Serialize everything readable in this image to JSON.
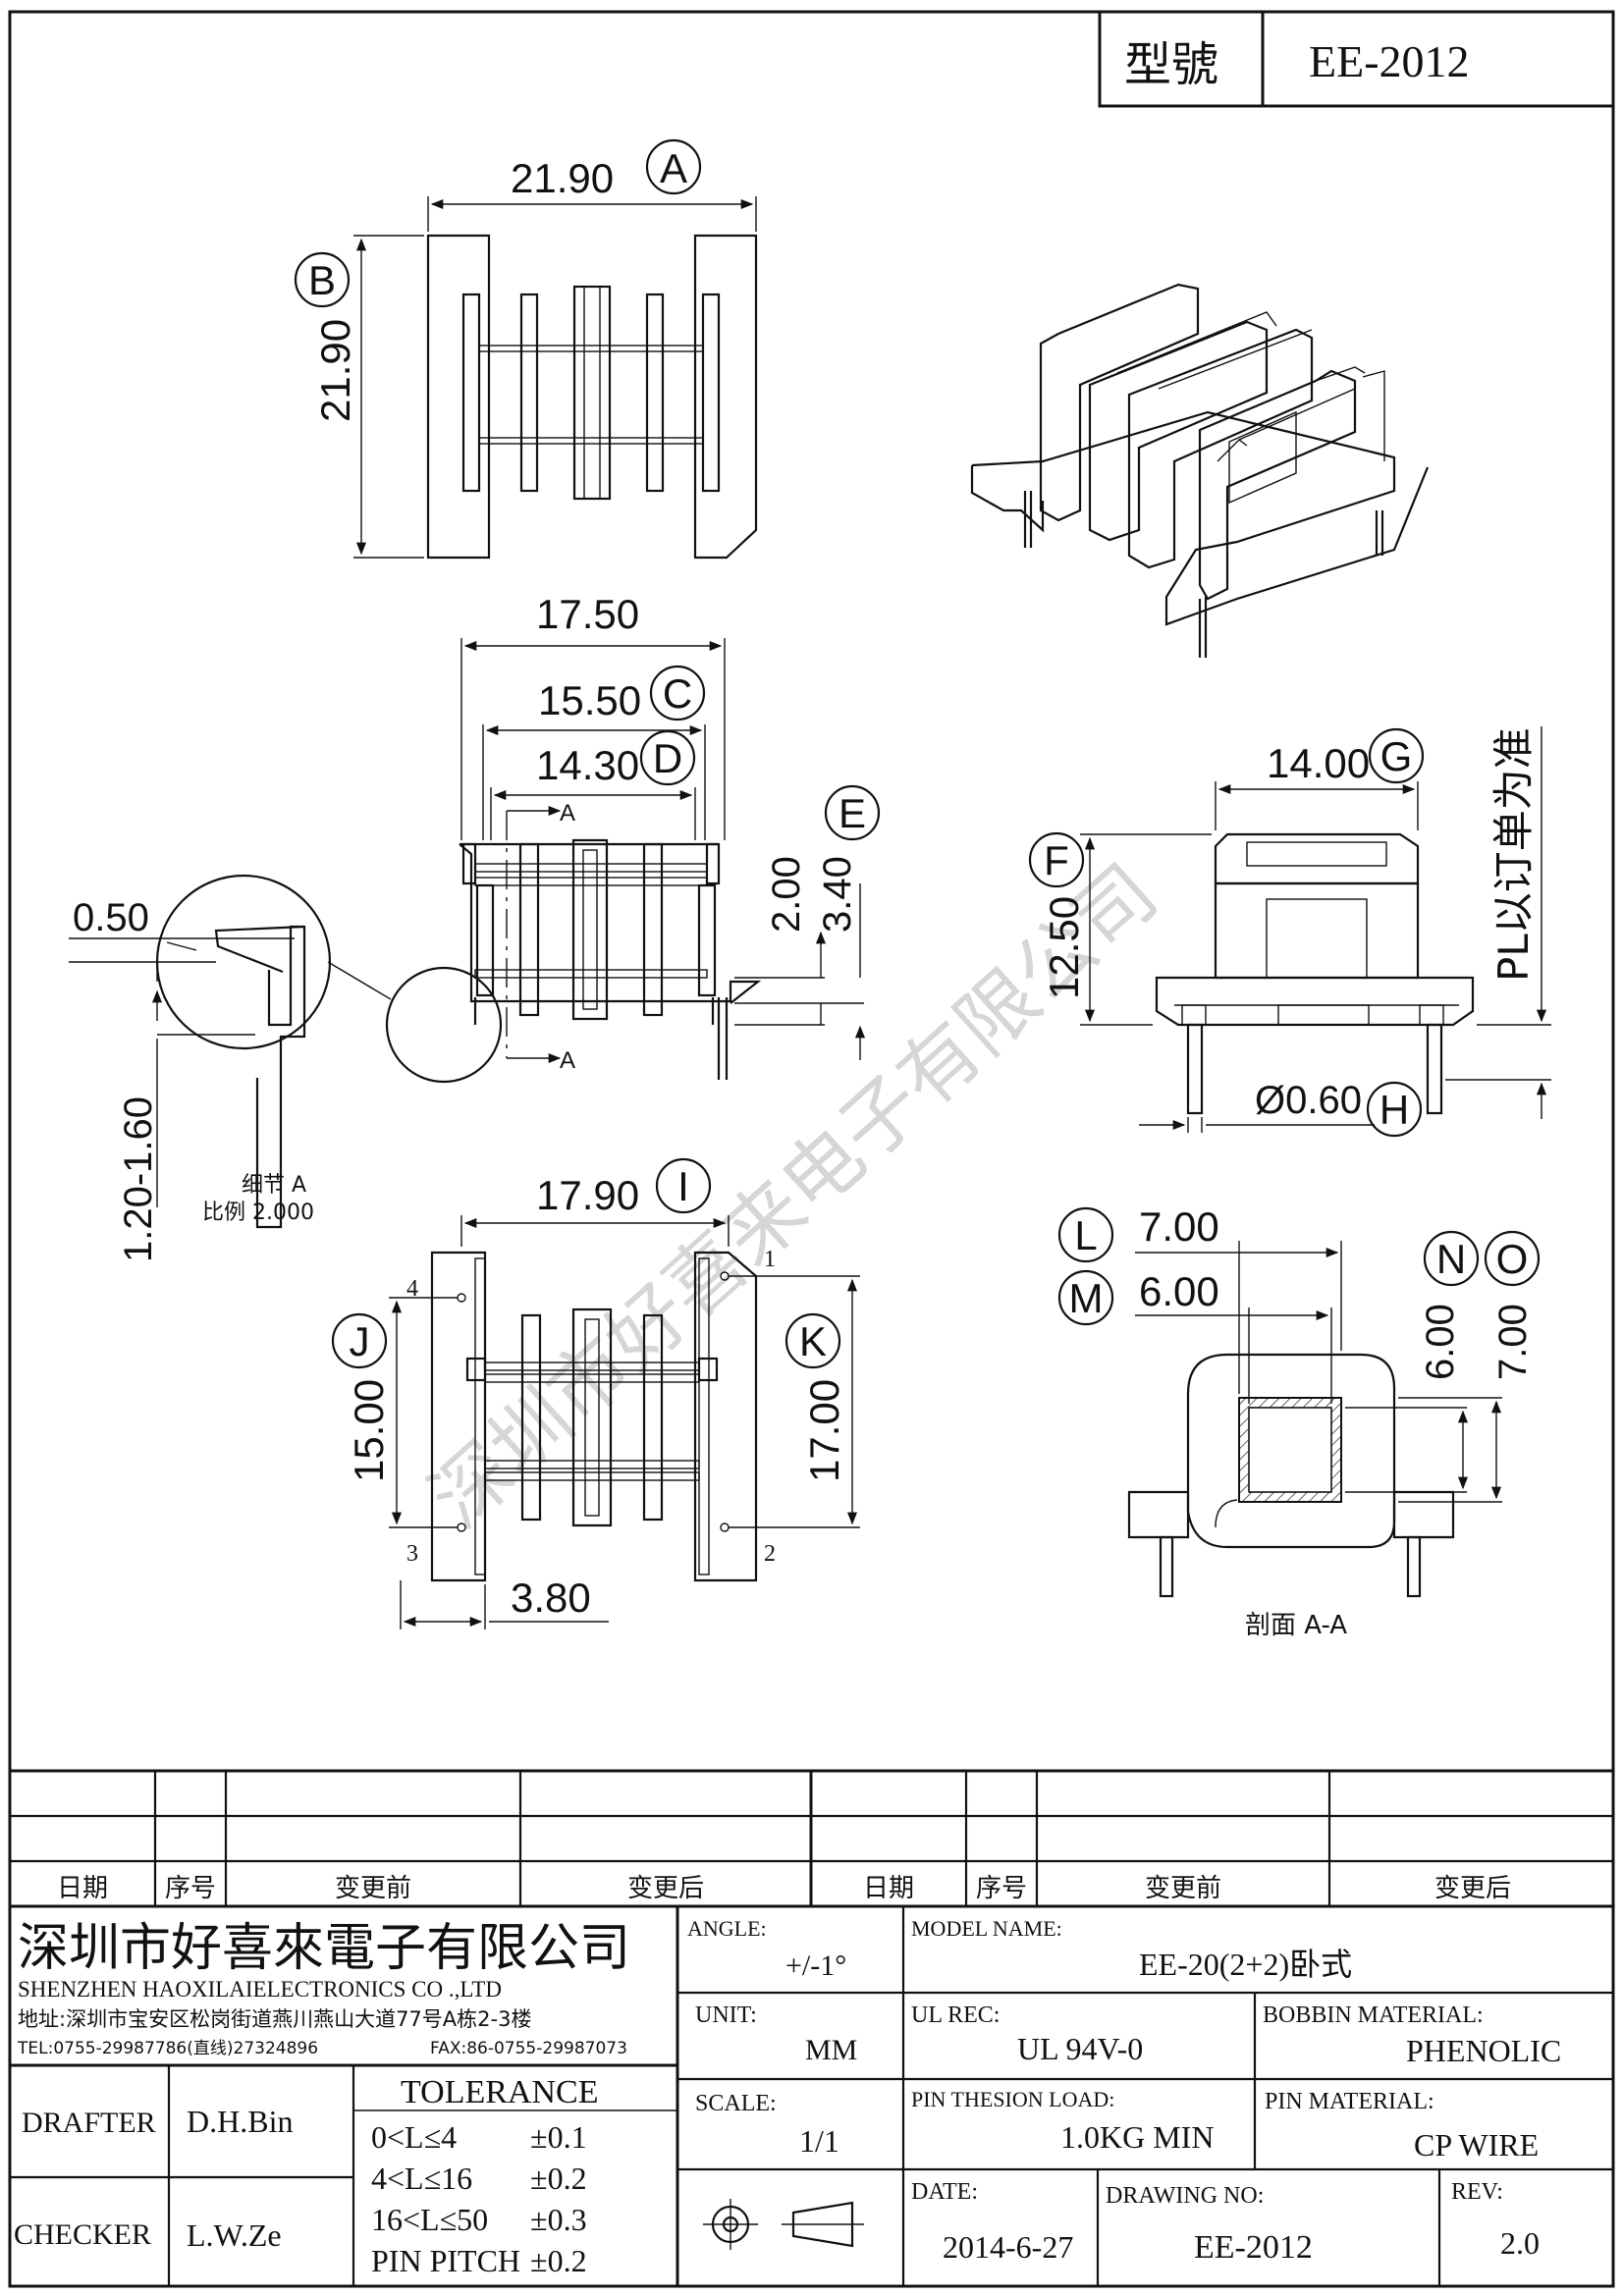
{
  "header": {
    "model_label": "型號",
    "model_value": "EE-2012"
  },
  "views": {
    "top": {
      "dim_width": "21.90",
      "dim_width_tag": "A",
      "dim_height": "21.90",
      "dim_height_tag": "B"
    },
    "front": {
      "dim_overall": "17.50",
      "dim_c": "15.50",
      "tag_c": "C",
      "dim_d": "14.30",
      "tag_d": "D",
      "dim_e1": "2.00",
      "dim_e2": "3.40",
      "tag_e": "E",
      "section_mark": "A"
    },
    "detail": {
      "dim_gap": "0.50",
      "dim_pin": "1.20-1.60",
      "label": "细节 A",
      "scale": "比例 2.000"
    },
    "side": {
      "dim_g": "14.00",
      "tag_g": "G",
      "dim_f": "12.50",
      "tag_f": "F",
      "dim_h": "Ø0.60",
      "tag_h": "H",
      "note": "PL以订单为准"
    },
    "bottom": {
      "dim_i": "17.90",
      "tag_i": "I",
      "dim_j": "15.00",
      "tag_j": "J",
      "dim_k": "17.00",
      "tag_k": "K",
      "dim_pitch": "3.80",
      "pin1": "1",
      "pin2": "2",
      "pin3": "3",
      "pin4": "4"
    },
    "section": {
      "dim_l": "7.00",
      "tag_l": "L",
      "dim_m": "6.00",
      "tag_m": "M",
      "dim_n": "6.00",
      "tag_n": "N",
      "dim_o": "7.00",
      "tag_o": "O",
      "label": "剖面 A-A"
    }
  },
  "watermark": "深圳市好喜来电子有限公司",
  "revision_table": {
    "headers": [
      "日期",
      "序号",
      "变更前",
      "变更后",
      "日期",
      "序号",
      "变更前",
      "变更后"
    ]
  },
  "title_block": {
    "company_cn": "深圳市好喜來電子有限公司",
    "company_en": "SHENZHEN HAOXILAIELECTRONICS CO .,LTD",
    "address": "地址:深圳市宝安区松岗街道燕川燕山大道77号A栋2-3楼",
    "tel": "TEL:0755-29987786(直线)27324896",
    "fax": "FAX:86-0755-29987073",
    "angle_label": "ANGLE:",
    "angle_value": "+/-1°",
    "model_name_label": "MODEL NAME:",
    "model_name_value": "EE-20(2+2)卧式",
    "unit_label": "UNIT:",
    "unit_value": "MM",
    "ul_label": "UL REC:",
    "ul_value": "UL 94V-0",
    "bobbin_label": "BOBBIN MATERIAL:",
    "bobbin_value": "PHENOLIC",
    "scale_label": "SCALE:",
    "scale_value": "1/1",
    "pin_load_label": "PIN THESION LOAD:",
    "pin_load_value": "1.0KG MIN",
    "pin_mat_label": "PIN MATERIAL:",
    "pin_mat_value": "CP  WIRE",
    "date_label": "DATE:",
    "date_value": "2014-6-27",
    "drawing_no_label": "DRAWING NO:",
    "drawing_no_value": "EE-2012",
    "rev_label": "REV:",
    "rev_value": "2.0",
    "drafter_label": "DRAFTER",
    "drafter_value": "D.H.Bin",
    "checker_label": "CHECKER",
    "checker_value": "L.W.Ze",
    "tolerance_title": "TOLERANCE",
    "tolerance_rows": [
      {
        "range": "0<L≤4",
        "value": "±0.1"
      },
      {
        "range": "4<L≤16",
        "value": "±0.2"
      },
      {
        "range": "16<L≤50",
        "value": "±0.3"
      },
      {
        "range": "PIN PITCH",
        "value": "±0.2"
      }
    ]
  }
}
